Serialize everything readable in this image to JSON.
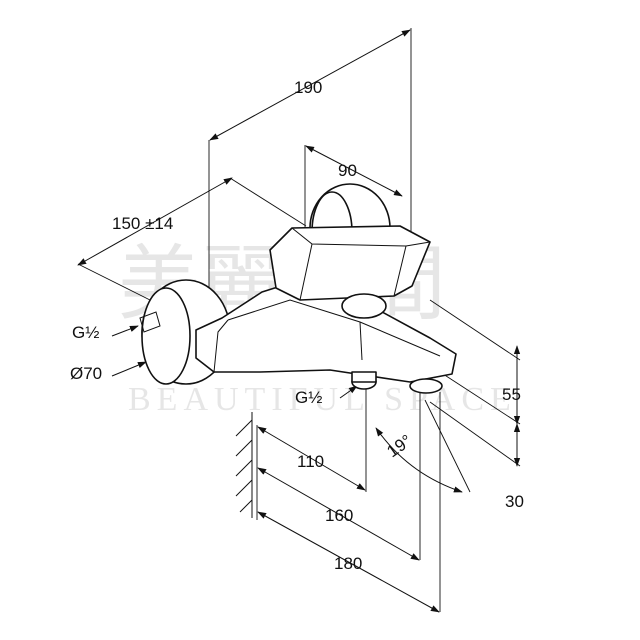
{
  "drawing": {
    "dimensions": {
      "overall_depth": "190",
      "handle_depth": "90",
      "center_distance": "150 ±14",
      "inlet_thread": "G½",
      "escutcheon_diameter": "Ø70",
      "outlet_thread": "G½",
      "height_upper": "55",
      "height_lower": "30",
      "spout_angle": "19°",
      "outlet_position": "110",
      "spout_reach": "160",
      "overall_reach": "180"
    },
    "watermark": {
      "characters": "美麗空間",
      "text": "BEAUTIFUL SPACE"
    },
    "colors": {
      "line": "#111111",
      "background": "#ffffff",
      "watermark": "#b9b9b9"
    }
  }
}
